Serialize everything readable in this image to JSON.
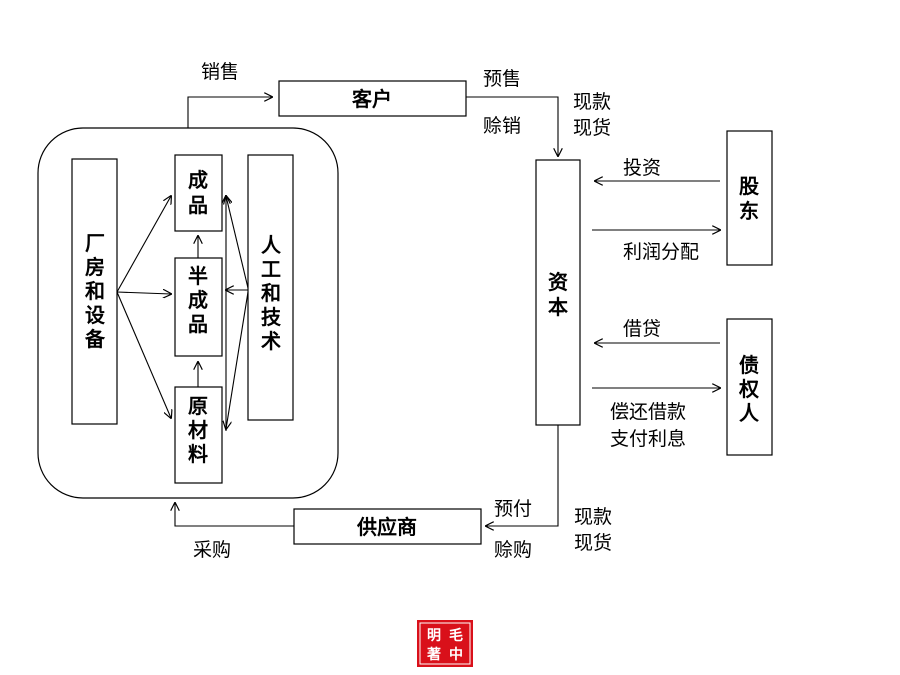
{
  "nodes": {
    "customer": "客户",
    "capital": "资本",
    "shareholder": "股东",
    "creditor": "债权人",
    "supplier": "供应商",
    "factory": "厂房和设备",
    "labor": "人工和技术",
    "finished": "成品",
    "semi": "半成品",
    "raw": "原材料"
  },
  "edges": {
    "sales": "销售",
    "presale": "预售",
    "credit_sale": "赊销",
    "cash_in_1": "现款",
    "cash_in_2": "现货",
    "invest": "投资",
    "profit_dist": "利润分配",
    "borrow": "借贷",
    "repay_1": "偿还借款",
    "repay_2": "支付利息",
    "prepay": "预付",
    "credit_buy": "赊购",
    "cash_out_1": "现款",
    "cash_out_2": "现货",
    "purchase": "采购"
  },
  "seal": {
    "chars": [
      "毛",
      "中",
      "明",
      "著"
    ],
    "color": "#d9101a"
  }
}
